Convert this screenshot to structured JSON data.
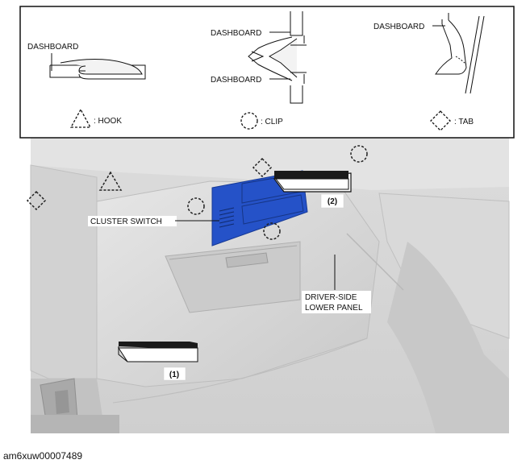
{
  "legend": {
    "hook_caption": "DASHBOARD",
    "clip_caption_top": "DASHBOARD",
    "clip_caption_bottom": "DASHBOARD",
    "tab_caption": "DASHBOARD",
    "hook_label": ": HOOK",
    "clip_label": ": CLIP",
    "tab_label": ": TAB"
  },
  "callouts": {
    "cluster_switch": "CLUSTER SWITCH",
    "lower_panel_line1": "DRIVER-SIDE",
    "lower_panel_line2": "LOWER PANEL",
    "step1": "(1)",
    "step2": "(2)"
  },
  "colors": {
    "switch_blue": "#2552c8",
    "panel_gray": "#d6d6d6",
    "legend_border": "#111111"
  },
  "image_code": "am6xuw00007489"
}
